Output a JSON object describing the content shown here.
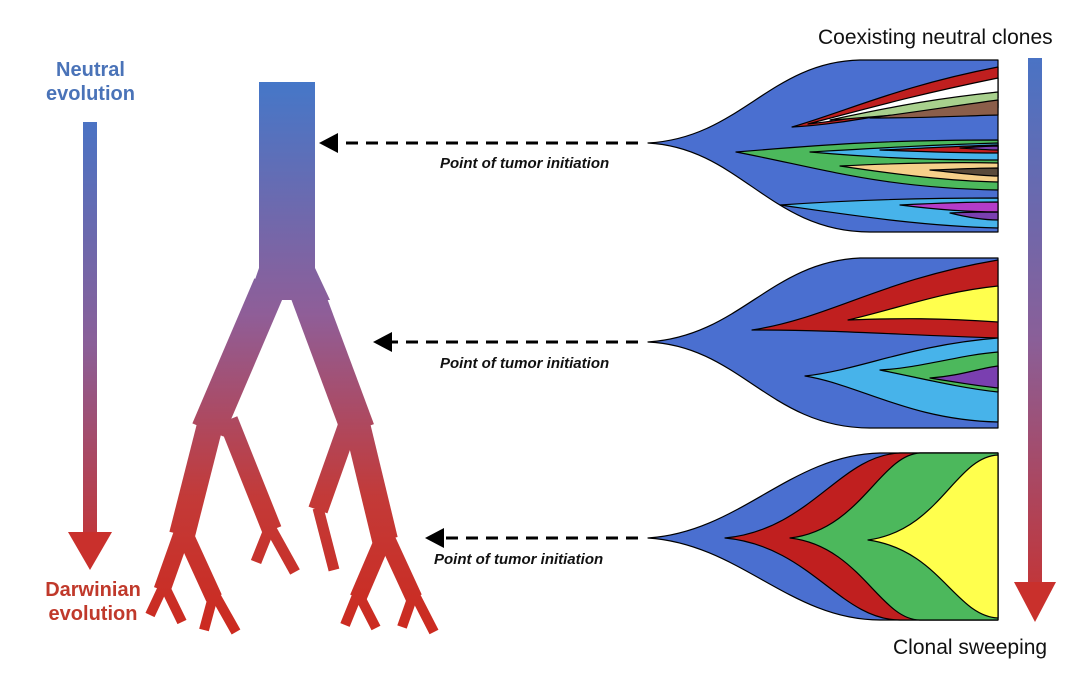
{
  "labels": {
    "neutral_line1": "Neutral",
    "neutral_line2": "evolution",
    "darwinian_line1": "Darwinian",
    "darwinian_line2": "evolution",
    "coexisting": "Coexisting neutral clones",
    "sweeping": "Clonal sweeping",
    "initiation": [
      "Point of tumor initiation",
      "Point of tumor initiation",
      "Point of tumor initiation"
    ]
  },
  "colors": {
    "neutral_blue": "#4a73c4",
    "darwinian_red": "#c9302c",
    "ancestral_blue": "#4a6fd0",
    "red_clone": "#c01f1f",
    "yellow_clone": "#ffff4d",
    "green_clone": "#4cb85c",
    "lightblue_clone": "#47b3ea"
  }
}
